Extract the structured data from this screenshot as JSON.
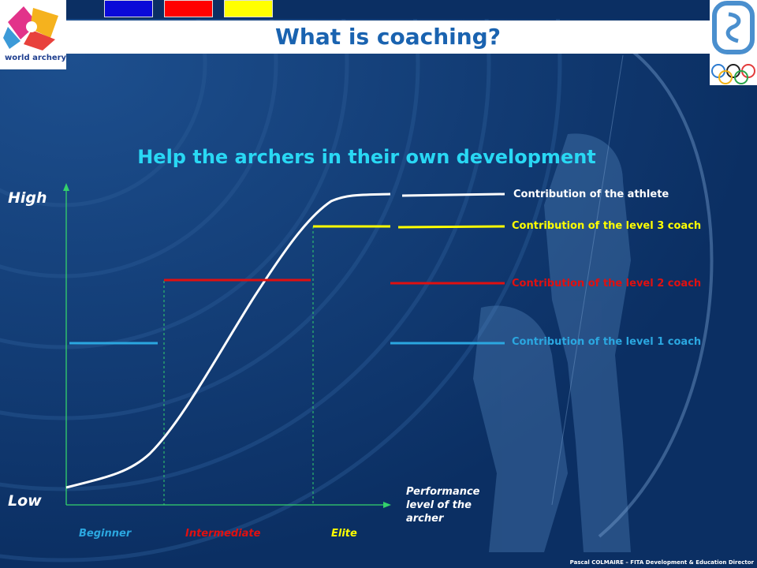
{
  "header": {
    "title": "What is coaching?",
    "logo_text": "world archery",
    "swatches": [
      {
        "name": "blue",
        "color": "#0a0ad8"
      },
      {
        "name": "red",
        "color": "#ff0000"
      },
      {
        "name": "yellow",
        "color": "#ffff00"
      }
    ]
  },
  "subtitle": "Help the archers in their own development",
  "axis": {
    "y_high": "High",
    "y_low": "Low",
    "x_label": "Performance level of the archer"
  },
  "categories": [
    {
      "label": "Beginner",
      "color": "#2ba7e0"
    },
    {
      "label": "Intermediate",
      "color": "#e01010"
    },
    {
      "label": "Elite",
      "color": "#ffff00"
    }
  ],
  "legend": [
    {
      "label": "Contribution of the athlete",
      "color": "#ffffff"
    },
    {
      "label": "Contribution of the level 3 coach",
      "color": "#ffff00"
    },
    {
      "label": "Contribution of the level 2 coach",
      "color": "#e01010"
    },
    {
      "label": "Contribution of the level 1 coach",
      "color": "#2ba7e0"
    }
  ],
  "footer": "Pascal COLMAIRE – FITA Development & Education Director",
  "colors": {
    "background": "#0b2f63",
    "title": "#1a63b0",
    "subtitle": "#29d8f4",
    "axis": "#34d16b"
  }
}
